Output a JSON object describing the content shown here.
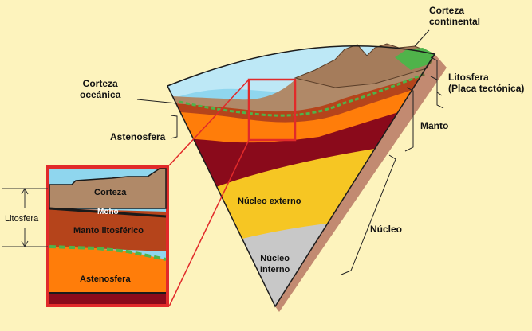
{
  "labels": {
    "corteza_continental": "Corteza\ncontinental",
    "litosfera_placa": "Litosfera\n(Placa tectónica)",
    "corteza_oceanica": "Corteza\noceánica",
    "manto": "Manto",
    "astenosfera": "Astenosfera",
    "nucleo": "Núcleo",
    "nucleo_externo": "Núcleo externo",
    "nucleo_interno": "Núcleo\nInterno",
    "litosfera_side": "Litosfera"
  },
  "inset_labels": {
    "corteza": "Corteza",
    "moho": "Moho",
    "manto_litosferico": "Manto litosférico",
    "astenosfera": "Astenosfera"
  },
  "colors": {
    "background": "#fdf3bd",
    "ocean": "#8fd6ee",
    "crust": "#b08968",
    "lithospheric_mantle": "#b5441b",
    "asthenosphere": "#ff7d0a",
    "lower_mantle": "#8a0a1b",
    "outer_core": "#f6c623",
    "inner_core": "#c8c8c8",
    "inset_frame": "#e12a2a",
    "vegetation": "#4fb34a"
  }
}
